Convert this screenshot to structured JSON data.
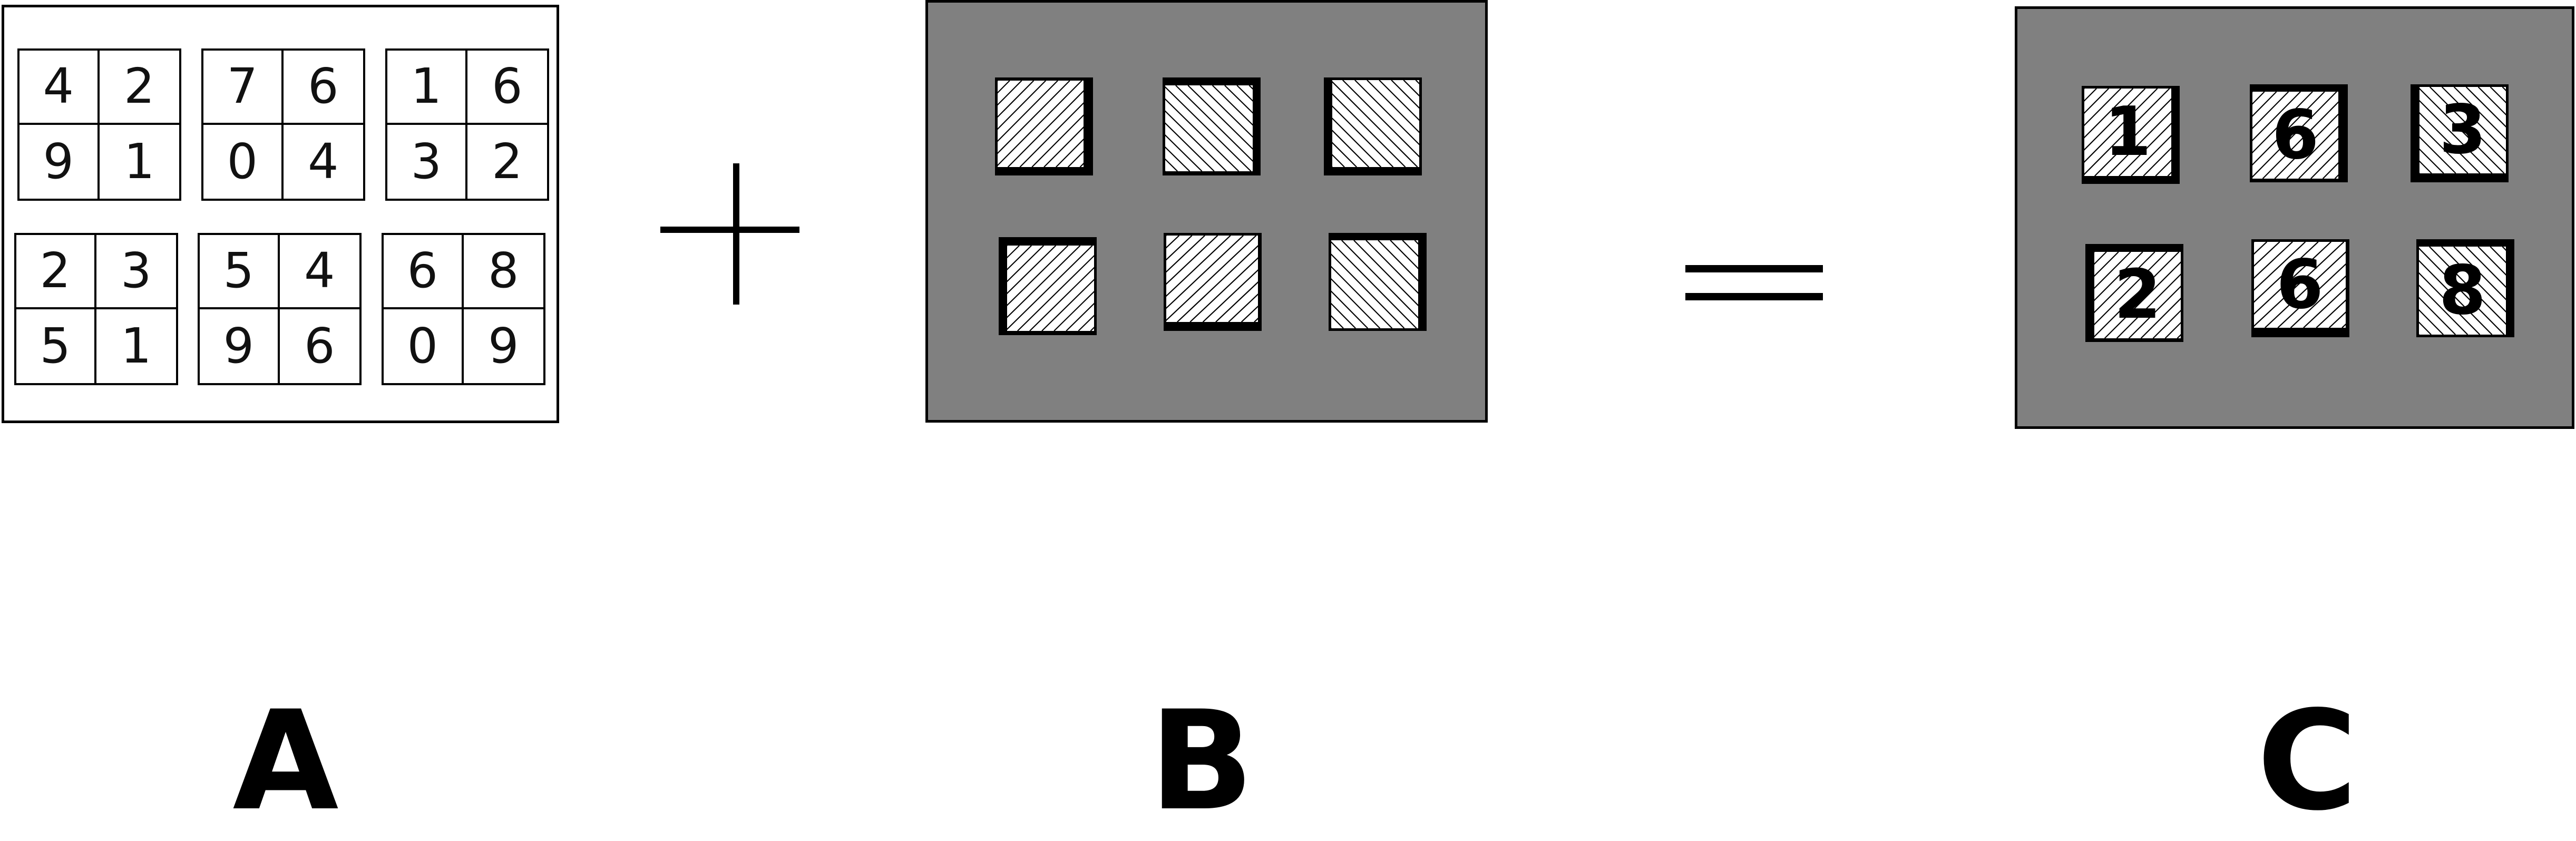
{
  "panel_a": {
    "boxes": [
      {
        "digits": [
          "4",
          "2",
          "9",
          "1"
        ]
      },
      {
        "digits": [
          "7",
          "6",
          "0",
          "4"
        ]
      },
      {
        "digits": [
          "1",
          "6",
          "3",
          "2"
        ]
      },
      {
        "digits": [
          "2",
          "3",
          "5",
          "1"
        ]
      },
      {
        "digits": [
          "5",
          "4",
          "9",
          "6"
        ]
      },
      {
        "digits": [
          "6",
          "8",
          "0",
          "9"
        ]
      }
    ]
  },
  "operators": {
    "plus": "+",
    "equals": "="
  },
  "panel_b": {
    "background": "#808080",
    "tiles": [
      {
        "hatch": "forward"
      },
      {
        "hatch": "backward"
      },
      {
        "hatch": "backward"
      },
      {
        "hatch": "forward"
      },
      {
        "hatch": "forward"
      },
      {
        "hatch": "backward"
      }
    ]
  },
  "panel_c": {
    "background": "#808080",
    "tiles": [
      {
        "hatch": "forward",
        "label": "1"
      },
      {
        "hatch": "forward",
        "label": "6"
      },
      {
        "hatch": "backward",
        "label": "3"
      },
      {
        "hatch": "forward",
        "label": "2"
      },
      {
        "hatch": "forward",
        "label": "6"
      },
      {
        "hatch": "backward",
        "label": "8"
      }
    ]
  },
  "labels": {
    "a": "A",
    "b": "B",
    "c": "C"
  }
}
